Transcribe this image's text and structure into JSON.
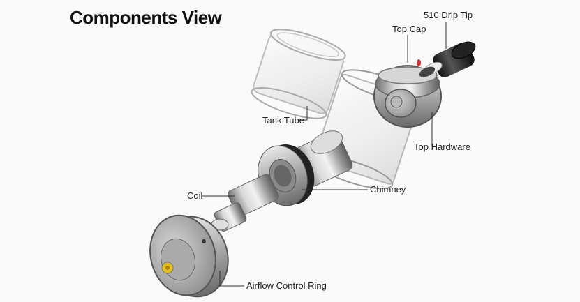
{
  "title": "Components View",
  "labels": {
    "drip_tip": "510 Drip Tip",
    "top_cap": "Top Cap",
    "tank_tube": "Tank Tube",
    "top_hardware": "Top Hardware",
    "chimney": "Chimney",
    "coil": "Coil",
    "airflow_ring": "Airflow Control Ring"
  }
}
